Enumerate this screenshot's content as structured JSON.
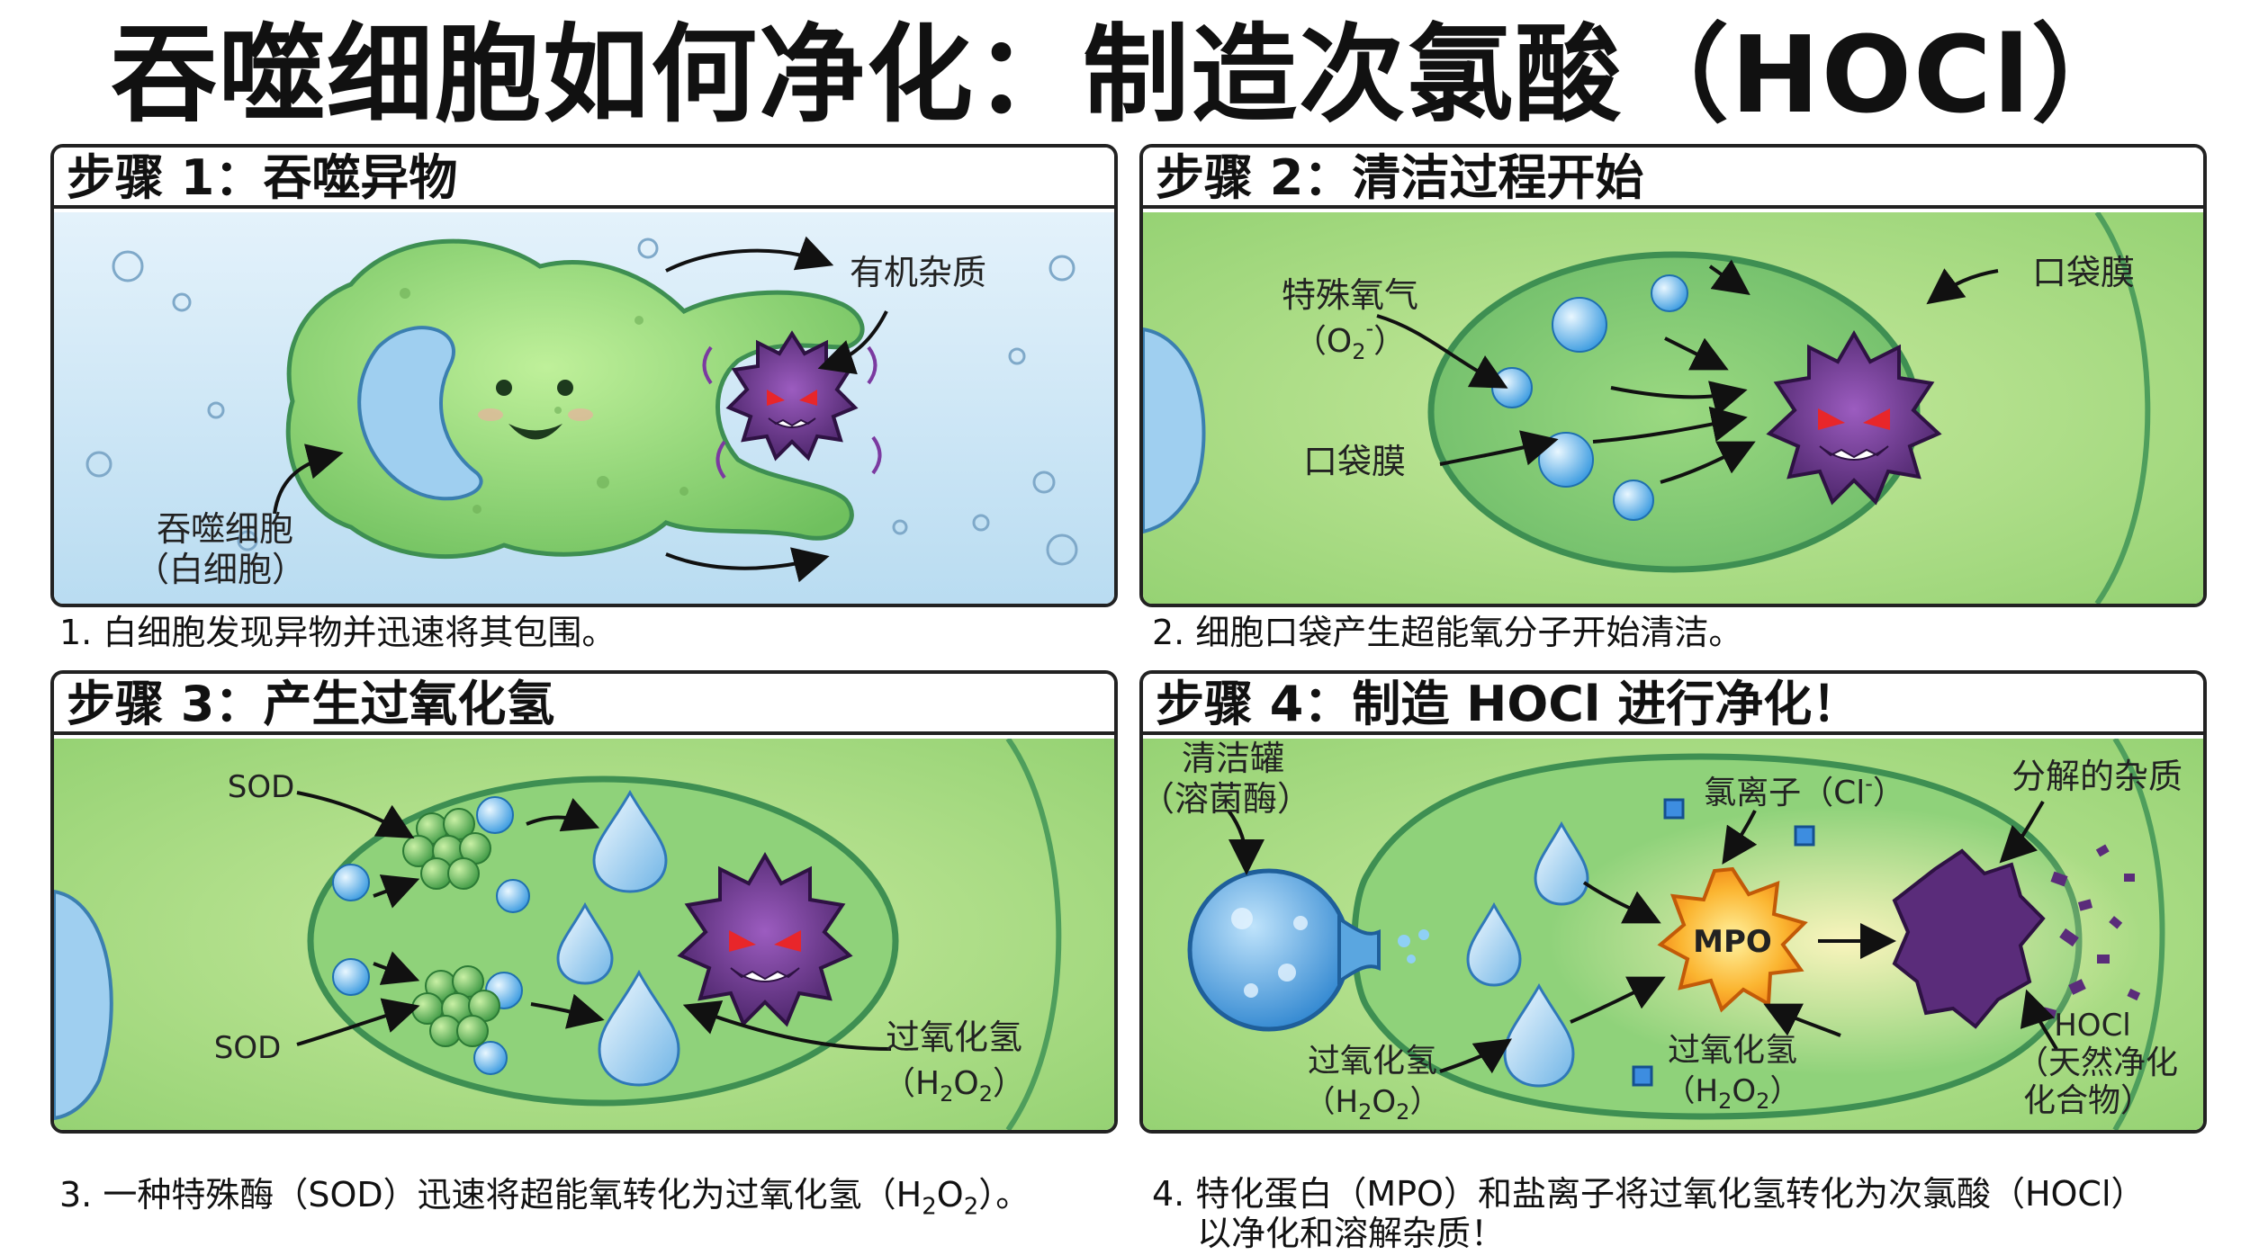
{
  "title": "吞噬细胞如何净化：制造次氯酸（HOCl）",
  "panels": [
    {
      "header": "步骤 1：吞噬异物",
      "labels": {
        "organic": "有机杂质",
        "cell_line1": "吞噬细胞",
        "cell_line2": "（白细胞）"
      },
      "caption": "1. 白细胞发现异物并迅速将其包围。"
    },
    {
      "header": "步骤 2：清洁过程开始",
      "labels": {
        "oxygen_line1": "特殊氧气",
        "oxygen_line2": "（O",
        "oxygen_sub": "2",
        "oxygen_sup": "-",
        "oxygen_end": "）",
        "pocket_top": "口袋膜",
        "pocket_bottom": "口袋膜"
      },
      "caption": "2. 细胞口袋产生超能氧分子开始清洁。"
    },
    {
      "header": "步骤 3：产生过氧化氢",
      "labels": {
        "sod_top": "SOD",
        "sod_bottom": "SOD",
        "h2o2_line1": "过氧化氢",
        "h2o2_a": "（H",
        "h2o2_s1": "2",
        "h2o2_b": "O",
        "h2o2_s2": "2",
        "h2o2_c": "）"
      },
      "caption_a": "3. 一种特殊酶（SOD）迅速将超能氧转化为过氧化氢（H",
      "caption_s1": "2",
      "caption_b": "O",
      "caption_s2": "2",
      "caption_c": "）。"
    },
    {
      "header": "步骤 4：制造 HOCl 进行净化！",
      "labels": {
        "tank_line1": "清洁罐",
        "tank_line2": "（溶菌酶）",
        "chloride_a": "氯离子（Cl",
        "chloride_sup": "-",
        "chloride_c": "）",
        "decomposed": "分解的杂质",
        "mpo": "MPO",
        "h2o2_left_line1": "过氧化氢",
        "h2o2_left_a": "（H",
        "h2o2_left_s1": "2",
        "h2o2_left_b": "O",
        "h2o2_left_s2": "2",
        "h2o2_left_c": "）",
        "h2o2_mid_line1": "过氧化氢",
        "h2o2_mid_a": "（H",
        "h2o2_mid_s1": "2",
        "h2o2_mid_b": "O",
        "h2o2_mid_s2": "2",
        "h2o2_mid_c": "）",
        "hocl_line1": "HOCl",
        "hocl_line2": "（天然净化",
        "hocl_line3": "化合物）"
      },
      "caption_line1": "4. 特化蛋白（MPO）和盐离子将过氧化氢转化为次氯酸（HOCl）",
      "caption_line2": "以净化和溶解杂质！"
    }
  ],
  "colors": {
    "cell_green": "#8fd16a",
    "cell_dark": "#4e9e5c",
    "water_blue": "#cfe6f4",
    "germ_purple": "#6b3c8e",
    "germ_eye": "#e8262a",
    "mpo_orange": "#f59a1a"
  }
}
